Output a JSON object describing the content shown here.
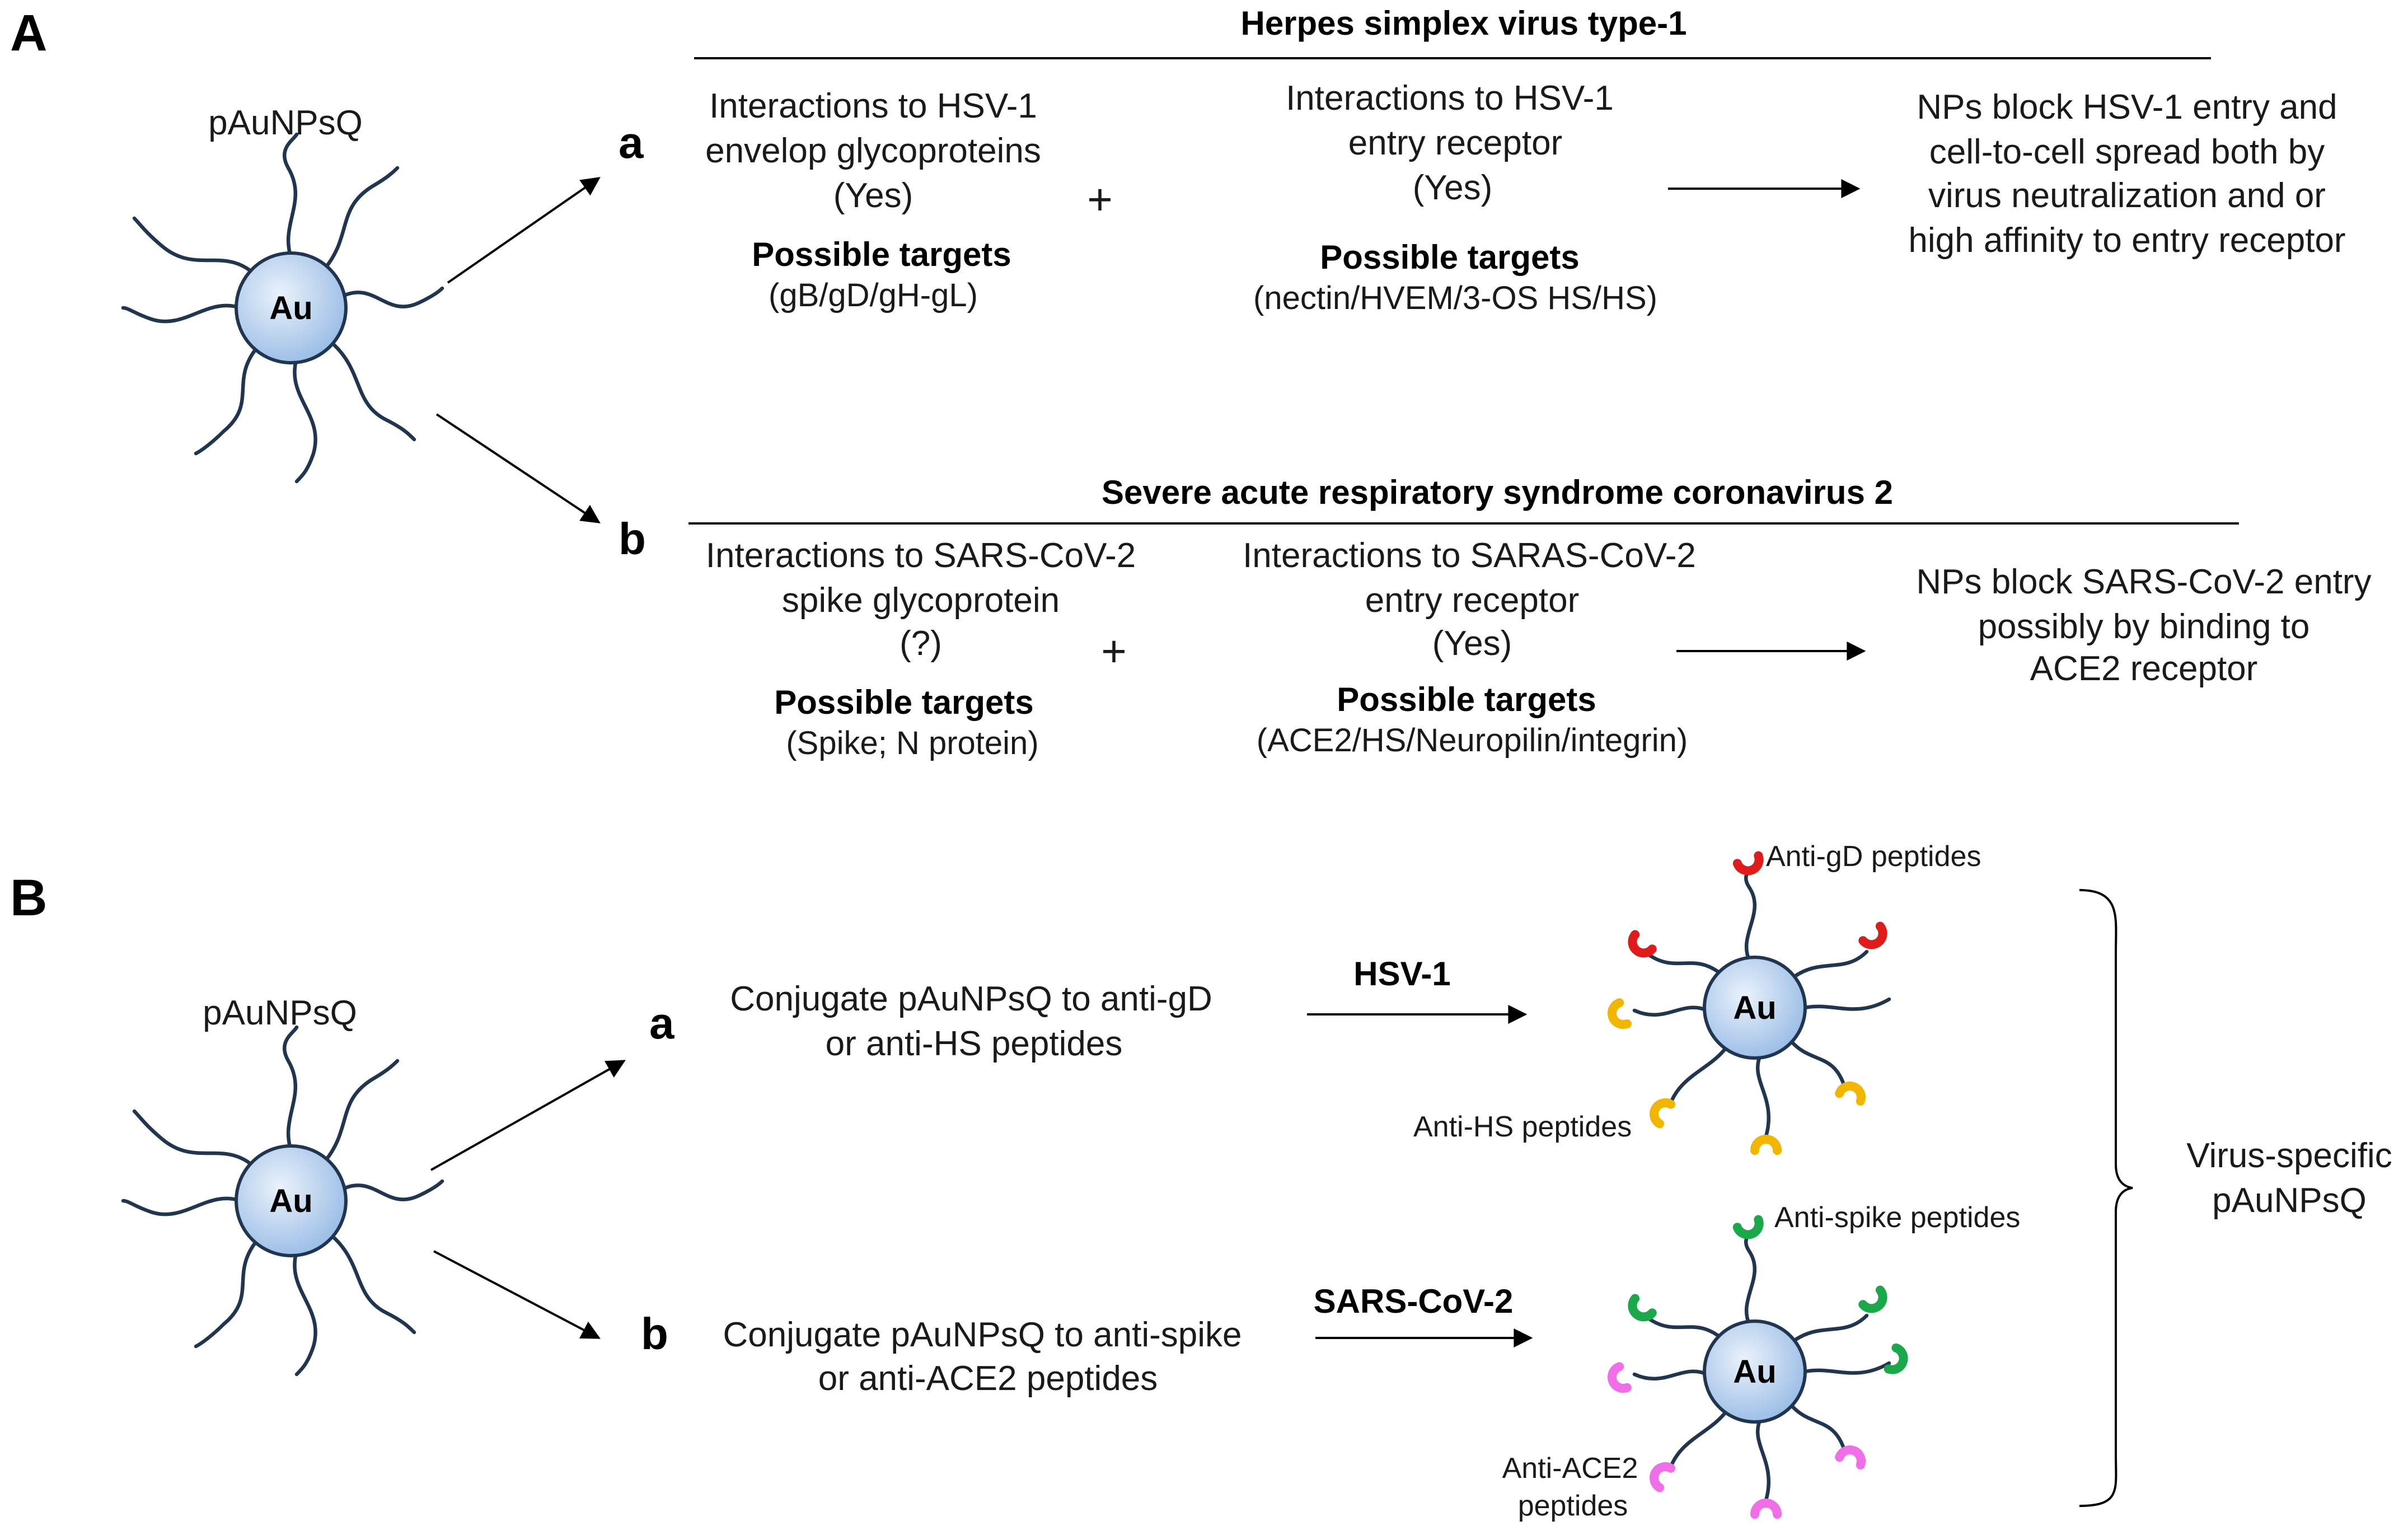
{
  "panelA": {
    "label": "A",
    "np_label": "pAuNPsQ",
    "core_label": "Au",
    "route_a": {
      "letter": "a",
      "title": "Herpes simplex virus type-1",
      "title_color": "#1f77c9",
      "col1": {
        "lines": [
          "Interactions to HSV-1",
          "envelop glycoproteins",
          "(Yes)"
        ],
        "targets_label": "Possible targets",
        "targets": "(gB/gD/gH-gL)"
      },
      "plus": "+",
      "col2": {
        "lines": [
          "Interactions to HSV-1",
          "entry receptor",
          "(Yes)"
        ],
        "targets_label": "Possible targets",
        "targets": "(nectin/HVEM/3-OS HS/HS)"
      },
      "outcome": [
        "NPs block HSV-1 entry and",
        "cell-to-cell spread both by",
        "virus neutralization and or",
        "high affinity to entry receptor"
      ]
    },
    "route_b": {
      "letter": "b",
      "title": "Severe acute respiratory syndrome coronavirus 2",
      "title_color": "#e8601c",
      "col1": {
        "lines": [
          "Interactions to SARS-CoV-2",
          "spike glycoprotein",
          "(?)"
        ],
        "targets_label": "Possible targets",
        "targets": "(Spike; N protein)"
      },
      "plus": "+",
      "col2": {
        "lines": [
          "Interactions to SARAS-CoV-2",
          "entry receptor",
          "(Yes)"
        ],
        "targets_label": "Possible targets",
        "targets": "(ACE2/HS/Neuropilin/integrin)"
      },
      "outcome": [
        "NPs block SARS-CoV-2 entry",
        "possibly by binding to",
        "ACE2 receptor"
      ]
    }
  },
  "panelB": {
    "label": "B",
    "np_label": "pAuNPsQ",
    "core_label": "Au",
    "route_a": {
      "letter": "a",
      "text": [
        "Conjugate pAuNPsQ to anti-gD",
        "or anti-HS peptides"
      ],
      "virus": "HSV-1",
      "virus_color": "#1f77c9",
      "peptide1": {
        "label": "Anti-gD peptides",
        "color": "#e01b1b"
      },
      "peptide2": {
        "label": "Anti-HS peptides",
        "color": "#f2b600"
      }
    },
    "route_b": {
      "letter": "b",
      "text": [
        "Conjugate pAuNPsQ to anti-spike",
        "or anti-ACE2 peptides"
      ],
      "virus": "SARS-CoV-2",
      "virus_color": "#e8601c",
      "peptide1": {
        "label": "Anti-spike peptides",
        "color": "#1aa84a"
      },
      "peptide2": {
        "label_lines": [
          "Anti-ACE2",
          "peptides"
        ],
        "color": "#f06ee8"
      }
    },
    "summary": [
      "Virus-specific",
      "pAuNPsQ"
    ]
  }
}
